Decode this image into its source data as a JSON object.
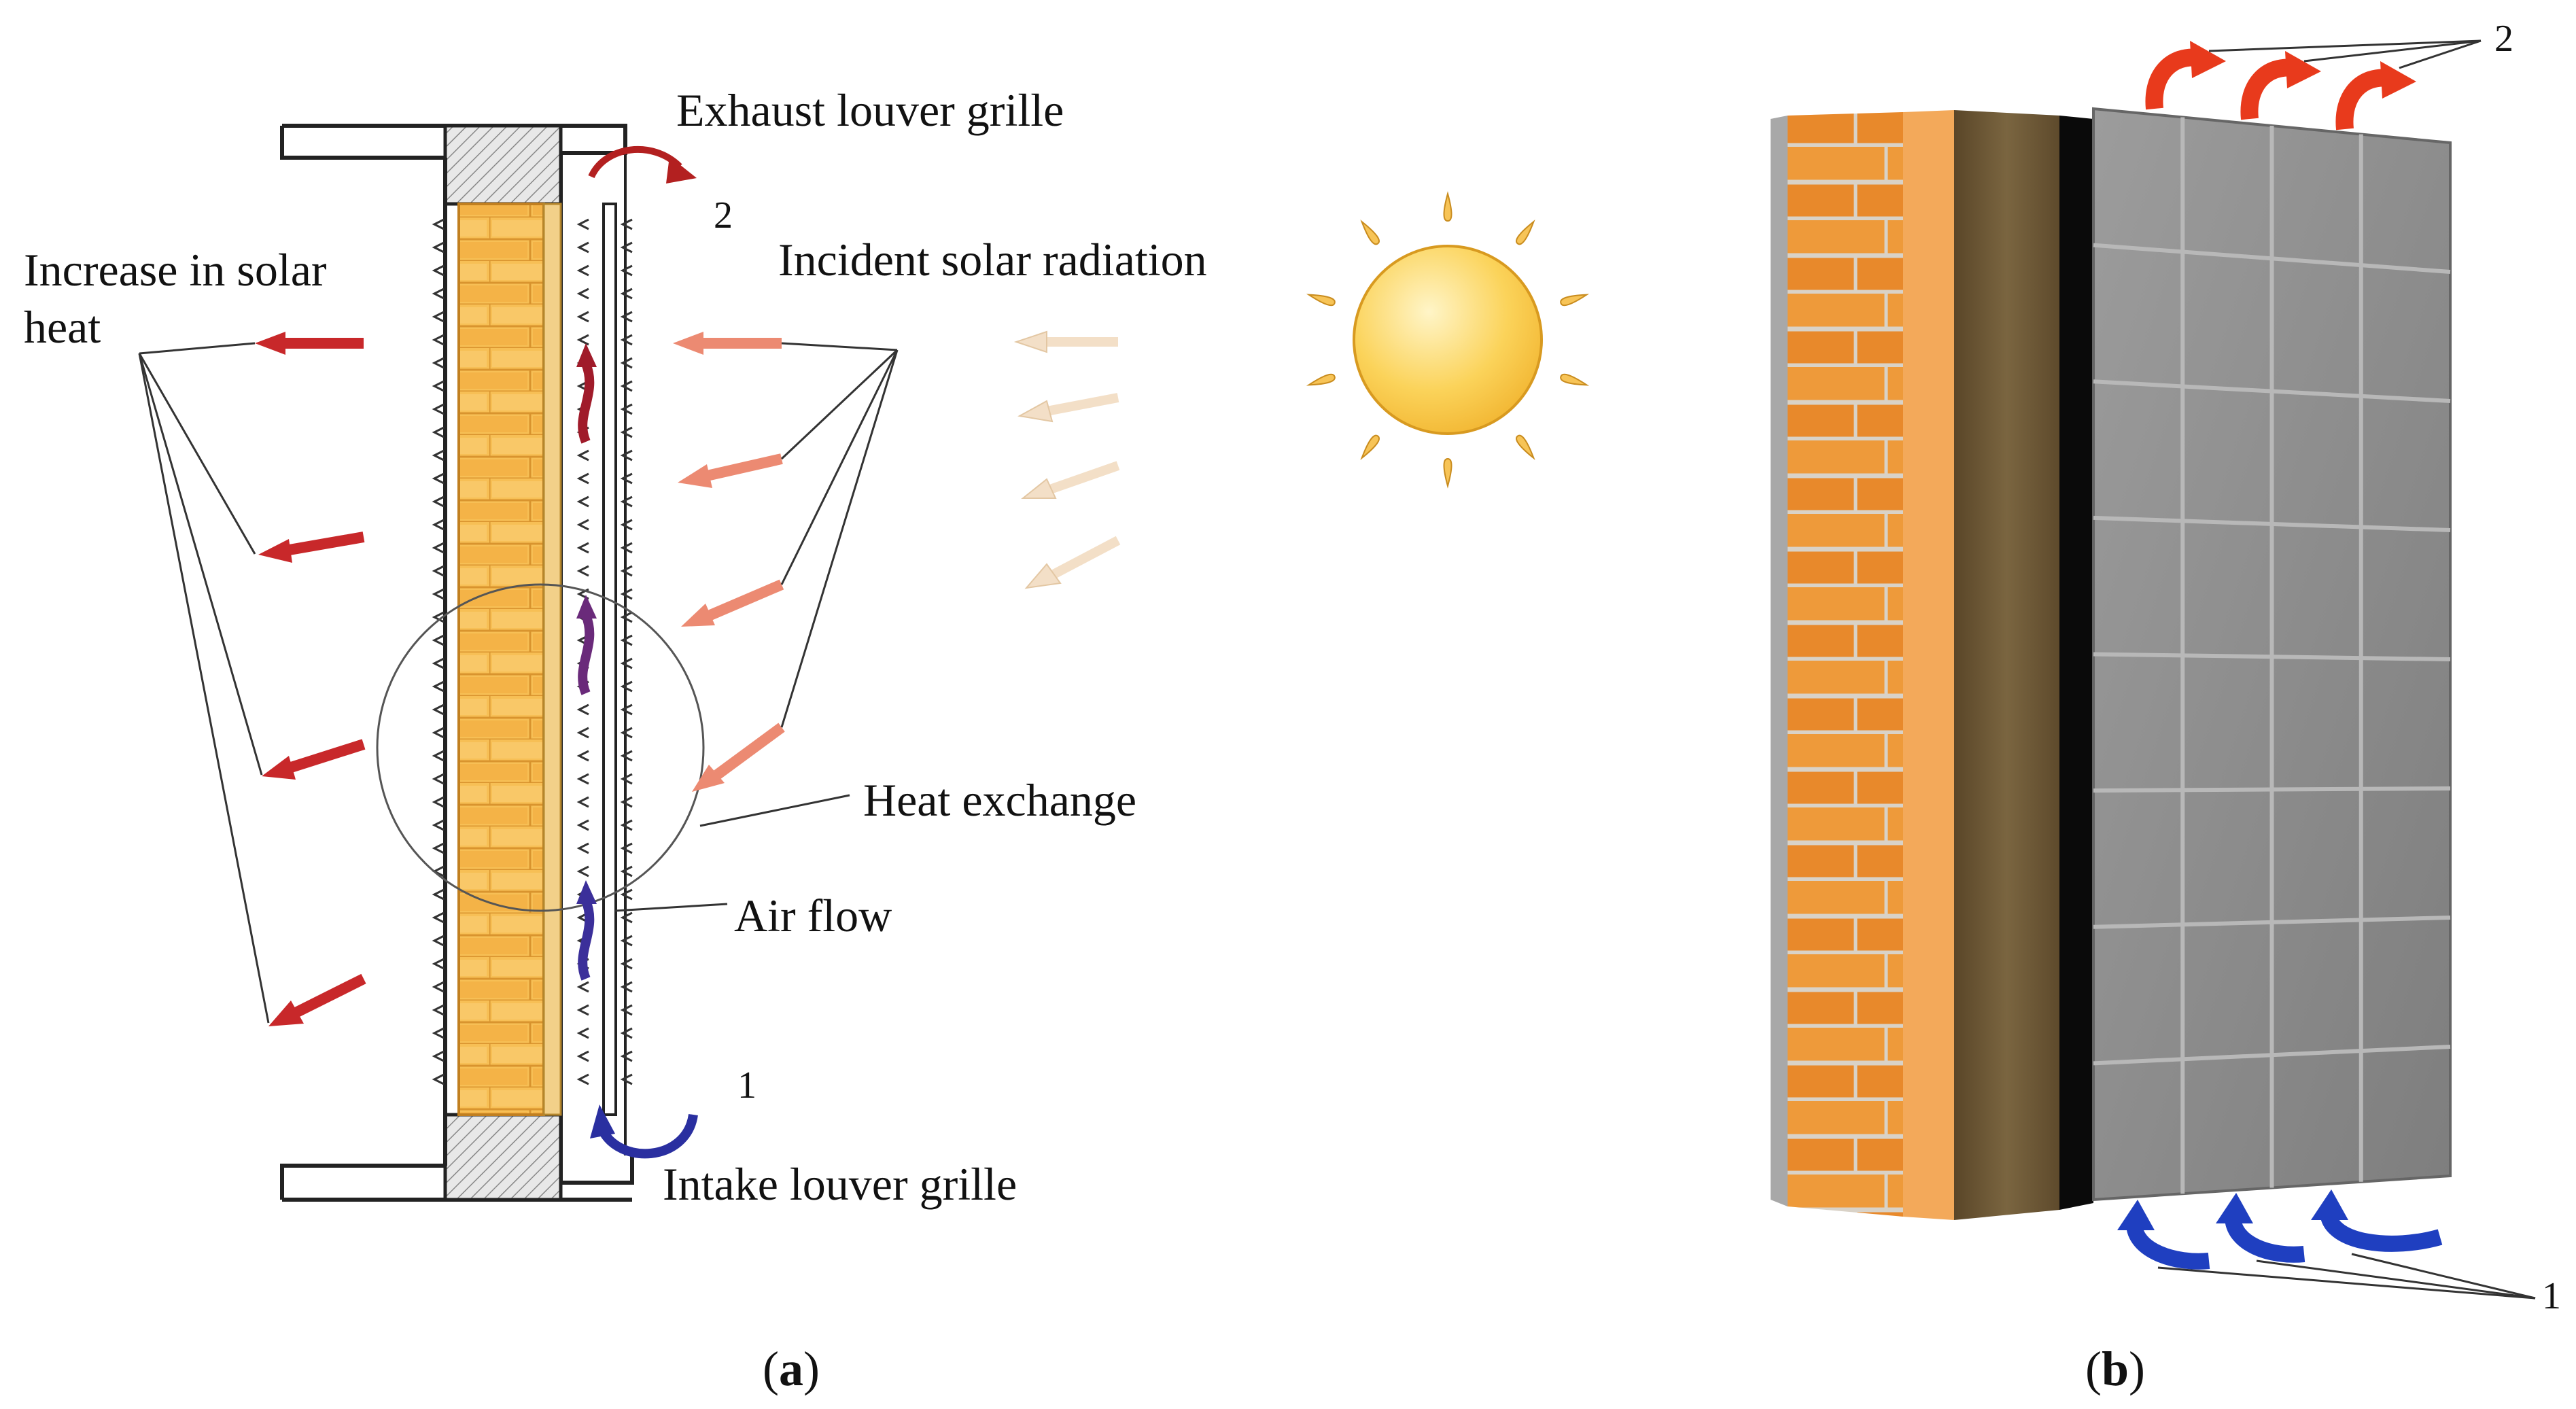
{
  "panel_a": {
    "labels": {
      "exhaust": "Exhaust louver grille",
      "solar_heat": "Increase in solar heat",
      "incident": "Incident solar radiation",
      "heat_exchange": "Heat exchange",
      "air_flow": "Air flow",
      "intake": "Intake louver grille",
      "num_2": "2",
      "num_1": "1"
    },
    "caption_open": "(",
    "caption_letter": "a",
    "caption_close": ")"
  },
  "panel_b": {
    "num_2": "2",
    "num_1": "1",
    "caption_open": "(",
    "caption_letter": "b",
    "caption_close": ")"
  },
  "colors": {
    "heat_arrow": "#c8282a",
    "radiation_arrow": "#ec8a72",
    "sun_ray_arrow": "#f5dcbf",
    "airflow_cool": "#3b35a8",
    "airflow_warm": "#7a2b6a",
    "brick": "#f5b64a",
    "sun": "#f9c94a",
    "cladding": "#8a8a8a",
    "insulation": "#6e5a3a",
    "red_flow": "#e83a1c",
    "blue_flow": "#1f3fc0"
  }
}
